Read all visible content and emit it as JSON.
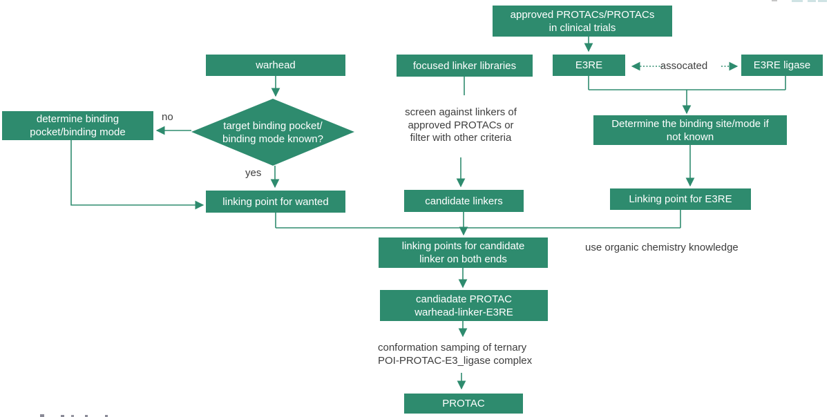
{
  "colors": {
    "node_fill": "#2e8b6e",
    "node_text": "#ffffff",
    "connector": "#2e8b6e",
    "note_text": "#3d3d3d"
  },
  "nodes": {
    "approved_protacs": "approved PROTACs/PROTACs\nin clinical trials",
    "warhead": "warhead",
    "focused_linker_libraries": "focused linker libraries",
    "e3re": "E3RE",
    "e3re_ligase": "E3RE ligase",
    "determine_binding_pocket": "determine binding\npocket/binding mode",
    "decision_binding_known": "target binding pocket/\nbinding mode known?",
    "determine_binding_site": "Determine the binding site/mode if\nnot known",
    "linking_point_wanted": "linking point for wanted",
    "candidate_linkers": "candidate linkers",
    "linking_point_e3re": "Linking point for E3RE",
    "linking_points_candidate": "linking points for candidate\nlinker on both ends",
    "candidate_protac": "candiadate PROTAC\nwarhead-linker-E3RE",
    "protac": "PROTAC"
  },
  "edge_labels": {
    "no": "no",
    "yes": "yes",
    "assocated": "assocated"
  },
  "notes": {
    "screen_linkers": "screen against linkers of\napproved PROTACs or\nfilter with other criteria",
    "organic_chemistry": "use organic chemistry knowledge",
    "conformation_sampling": "conformation samping of ternary\nPOI-PROTAC-E3_ligase complex"
  }
}
